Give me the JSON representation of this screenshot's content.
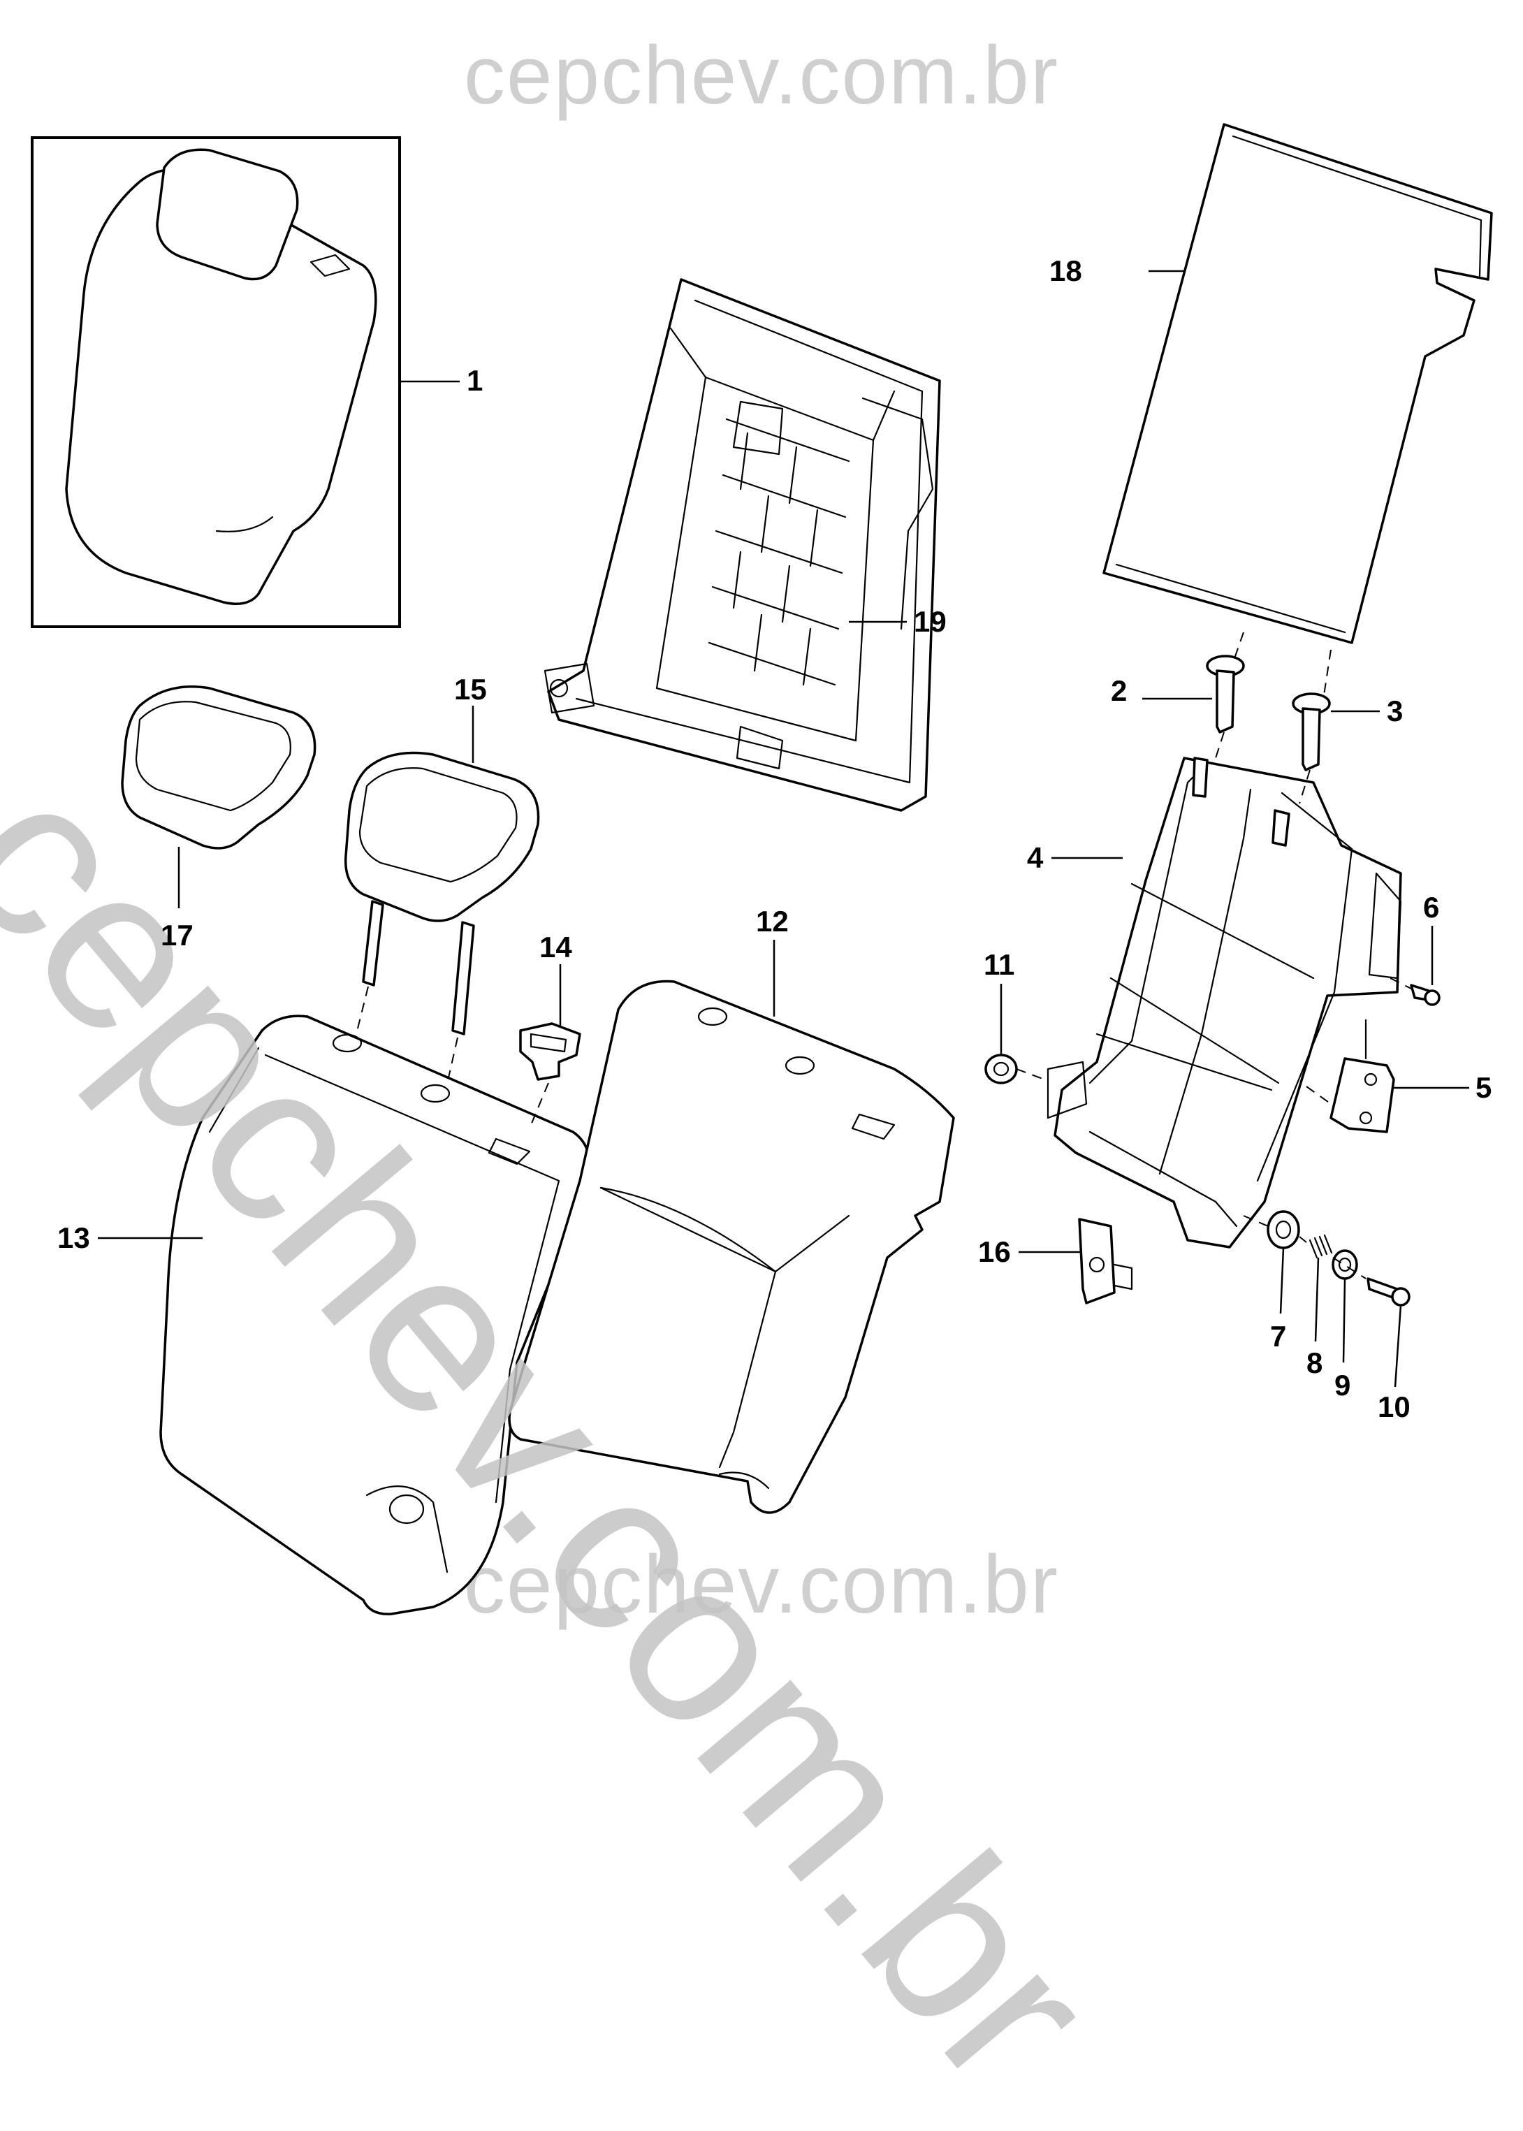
{
  "watermark": {
    "top": "cepchev.com.br",
    "bottom": "cepchev.com.br",
    "diagonal": "cepchev.com.br"
  },
  "colors": {
    "watermark": "#c4c4c4",
    "line": "#000000",
    "background": "#ffffff"
  },
  "callouts": {
    "c1": "1",
    "c2": "2",
    "c3": "3",
    "c4": "4",
    "c5": "5",
    "c6": "6",
    "c7": "7",
    "c8": "8",
    "c9": "9",
    "c10": "10",
    "c11": "11",
    "c12": "12",
    "c13": "13",
    "c14": "14",
    "c15": "15",
    "c16": "16",
    "c17": "17",
    "c18": "18",
    "c19": "19"
  }
}
